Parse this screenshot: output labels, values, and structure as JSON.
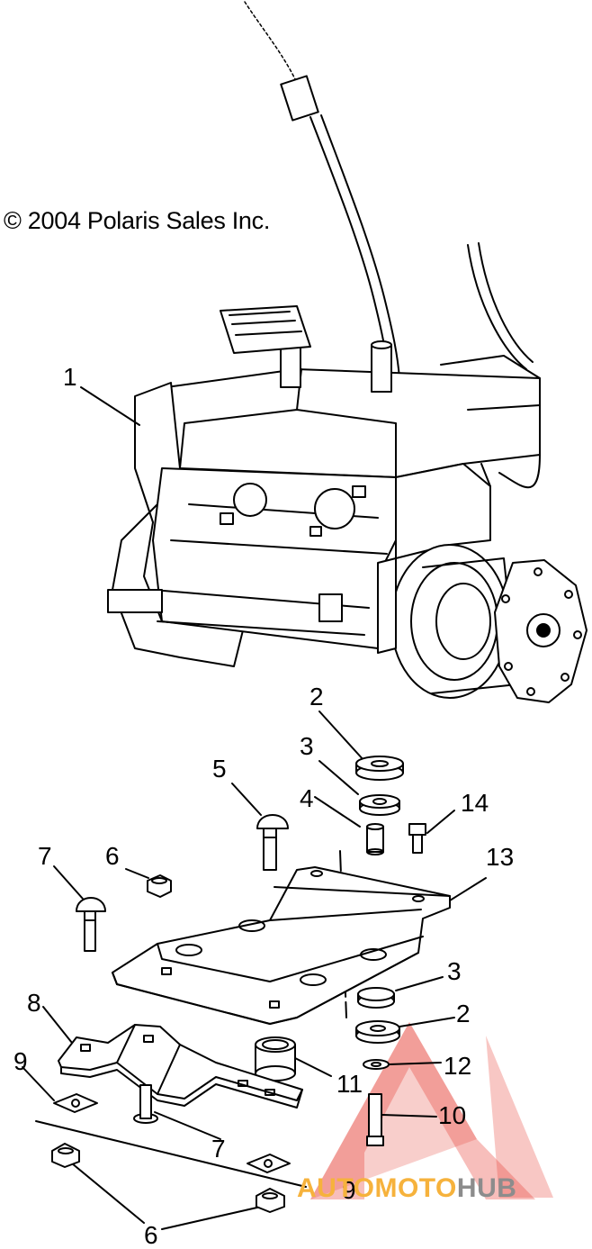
{
  "copyright": "© 2004 Polaris Sales Inc.",
  "callouts": [
    "1",
    "2",
    "3",
    "4",
    "5",
    "14",
    "7",
    "6",
    "13",
    "3",
    "2",
    "8",
    "11",
    "12",
    "9",
    "10",
    "7",
    "9",
    "6"
  ],
  "watermark": {
    "part1": "AUTOMOTO",
    "part2": "HUB",
    "color_orange": "#f6b23c",
    "color_gray": "#8c8c8c",
    "color_red": "#e8453c"
  }
}
